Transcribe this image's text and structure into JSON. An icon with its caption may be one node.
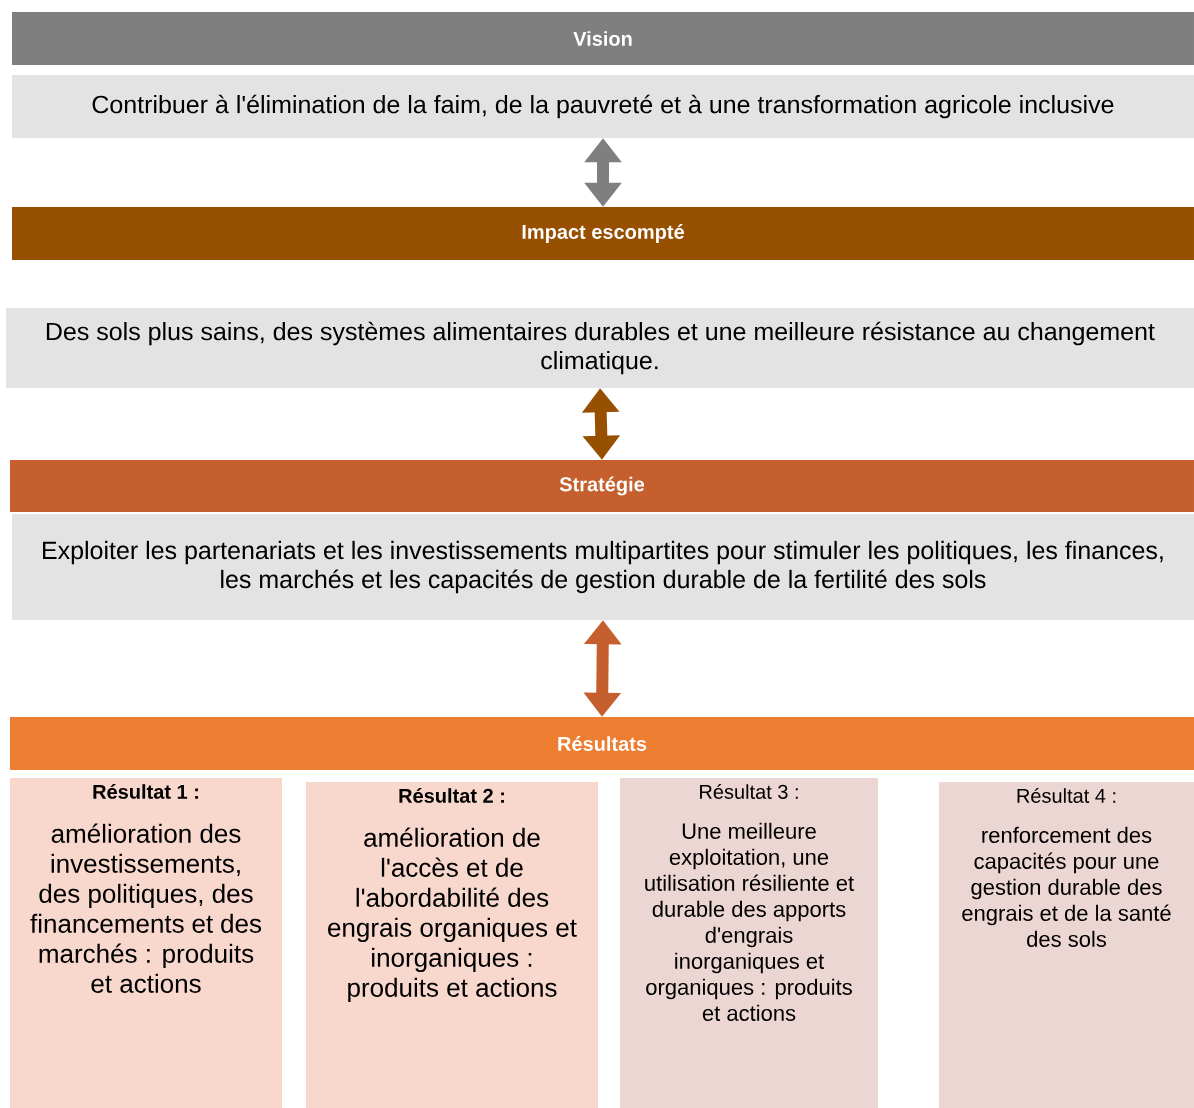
{
  "diagram": {
    "nodes": [
      {
        "text": [
          "Vision"
        ]
      },
      {
        "text": [
          "Contribuer à l'élimination de la faim, de la pauvreté et à une transformation agricole inclusive"
        ]
      },
      {
        "text": [
          "Impact escompté"
        ]
      },
      {
        "text": [
          "Des sols plus sains, des systèmes alimentaires durables et une meilleure résistance au changement climatique."
        ]
      },
      {
        "text": [
          "Stratégie"
        ]
      },
      {
        "text": [
          "Exploiter les partenariats et les investissements multipartites pour stimuler les politiques, les finances, les marchés et les capacités de gestion durable de la fertilité des sols"
        ]
      },
      {
        "text": [
          "Résultats"
        ]
      },
      {
        "text": [
          "Résultat 1 :",
          "amélioration des investissements, des politiques, des financements et des marchés : produits et actions"
        ]
      },
      {
        "text": [
          "Résultat 2 :",
          "amélioration de l'accès et de l'abordabilité des engrais organiques et inorganiques : produits et actions"
        ]
      },
      {
        "text": [
          "Résultat 3 :",
          "Une meilleure exploitation, une utilisation résiliente et durable des apports d'engrais inorganiques et organiques : produits et actions"
        ]
      },
      {
        "text": [
          "Résultat 4 :",
          "renforcement des capacités pour une gestion durable des engrais et de la santé des sols"
        ]
      }
    ],
    "edges": [
      {
        "from": 1,
        "to": 2,
        "arrow": "both",
        "color": "#7f7f7f"
      },
      {
        "from": 3,
        "to": 4,
        "arrow": "both",
        "color": "#974f00"
      },
      {
        "from": 5,
        "to": 6,
        "arrow": "both",
        "color": "#c55f2d"
      }
    ]
  }
}
